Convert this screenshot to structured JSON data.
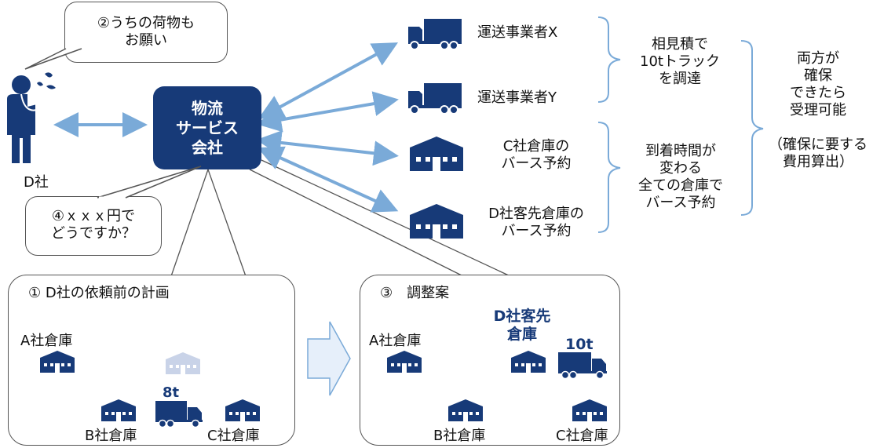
{
  "request_bubble": [
    "②うちの荷物も",
    "お願い"
  ],
  "quote_bubble": [
    "④ｘｘｘ円で",
    "どうですか？"
  ],
  "d_company_label": "D社",
  "service_company": [
    "物流",
    "サービス",
    "会社"
  ],
  "carriers": [
    {
      "label": "運送事業者X",
      "icon": "truck-icon"
    },
    {
      "label": "運送事業者Y",
      "icon": "truck-icon"
    }
  ],
  "warehouses": [
    {
      "lines": [
        "C社倉庫の",
        "バース予約"
      ],
      "icon": "warehouse-icon"
    },
    {
      "lines": [
        "D社客先倉庫の",
        "バース予約"
      ],
      "icon": "warehouse-icon"
    }
  ],
  "estimate_note": [
    "相見積で",
    "10tトラック",
    "を調達"
  ],
  "berth_note": [
    "到着時間が",
    "変わる",
    "全ての倉庫で",
    "バース予約"
  ],
  "acceptance_note": [
    "両方が",
    "確保",
    "できたら",
    "受理可能",
    "",
    "（確保に要する",
    "費用算出）"
  ],
  "plan_panel": {
    "title": "① D社の依頼前の計画",
    "a_label": "A社倉庫",
    "b_label": "B社倉庫",
    "c_label": "C社倉庫",
    "truck_label": "8t"
  },
  "adjust_panel": {
    "title": "③　調整案",
    "a_label": "A社倉庫",
    "b_label": "B社倉庫",
    "c_label": "C社倉庫",
    "d_label": [
      "D社客先",
      "倉庫"
    ],
    "truck_label": "10t"
  },
  "colors": {
    "navy": "#173a78",
    "arrow": "#7aaad8",
    "faded": "#c9d3e8",
    "outline": "#555555"
  }
}
